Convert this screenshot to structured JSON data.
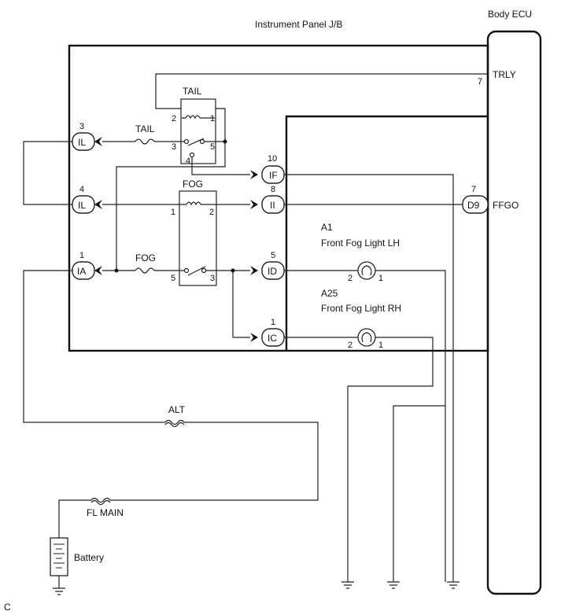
{
  "labels": {
    "body_ecu": "Body ECU",
    "jb": "Instrument Panel J/B",
    "trly": "TRLY",
    "ffgo": "FFGO",
    "relay_tail": "TAIL",
    "relay_fog": "FOG",
    "fuse_tail": "TAIL",
    "fuse_fog": "FOG",
    "fuse_alt": "ALT",
    "fuse_flmain": "FL MAIN",
    "battery": "Battery",
    "a1": "A1",
    "a1_name": "Front Fog Light LH",
    "a25": "A25",
    "a25_name": "Front Fog Light RH",
    "corner": "C"
  },
  "connectors": {
    "il1": "IL",
    "il2": "IL",
    "ia": "IA",
    "if": "IF",
    "ii": "II",
    "id": "ID",
    "ic": "IC",
    "d9": "D9"
  },
  "pins": {
    "il1": "3",
    "il2": "4",
    "ia": "1",
    "if": "10",
    "ii": "8",
    "id": "5",
    "ic": "1",
    "d9": "7",
    "trly": "7",
    "tail_2": "2",
    "tail_1": "1",
    "tail_3": "3",
    "tail_5": "5",
    "tail_4": "4",
    "fog_1": "1",
    "fog_2": "2",
    "fog_5": "5",
    "fog_3": "3",
    "lh_2": "2",
    "lh_1": "1",
    "rh_2": "2",
    "rh_1": "1"
  }
}
